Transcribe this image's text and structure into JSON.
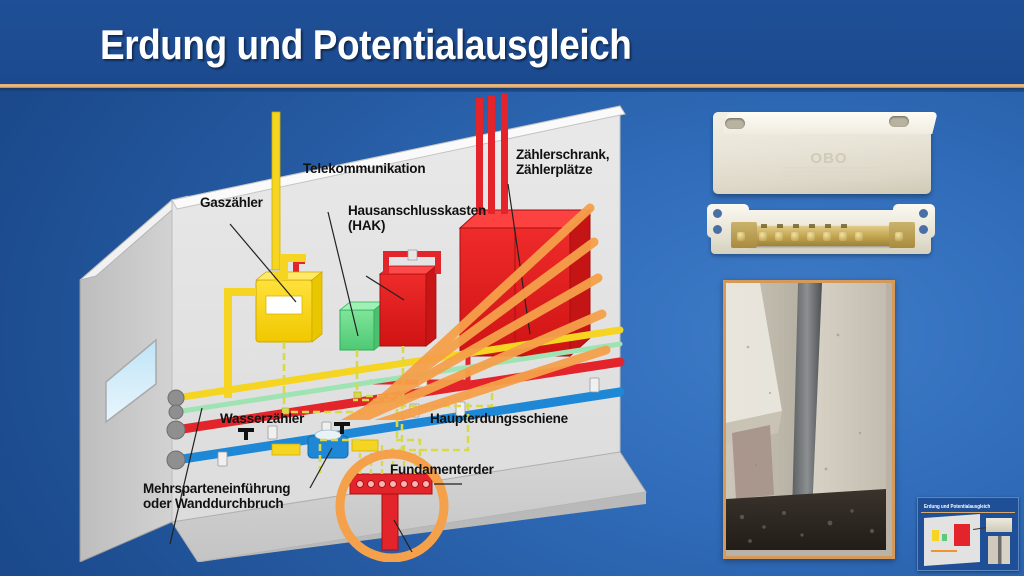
{
  "slide": {
    "title": "Erdung und Potentialausgleich",
    "background_color": "#2f6bb8",
    "title_band_color": "#1f4f96",
    "rule_color": "#e8b47a"
  },
  "diagram": {
    "labels": [
      {
        "id": "gaszaehler",
        "text": "Gaszähler"
      },
      {
        "id": "telekommunikation",
        "text": "Telekommunikation"
      },
      {
        "id": "hak",
        "text": "Hausanschlusskasten\n(HAK)"
      },
      {
        "id": "zaehlerschrank",
        "text": "Zählerschrank,\nZählerplätze"
      },
      {
        "id": "wasserzaehler",
        "text": "Wasserzähler"
      },
      {
        "id": "haupterdungsschiene",
        "text": "Haupterdungsschiene"
      },
      {
        "id": "fundamenterder",
        "text": "Fundamenterder"
      },
      {
        "id": "mehrsparten",
        "text": "Mehrsparteneinführung\noder Wanddurchbruch"
      }
    ],
    "service_colors": {
      "gas": "#f5d521",
      "telecom": "#8ad9a0",
      "heating": "#e3242b",
      "water": "#1e87d6",
      "bonding_conductor": "#d8d94a",
      "cabinet": "#e3242b",
      "callout_stripe": "#f5a04a",
      "highlight_circle": "#f5a04a"
    }
  },
  "photos": {
    "busbar": {
      "caption": "",
      "brand_text": "OBO",
      "border_color": "#d59a5a"
    },
    "foundation": {
      "caption": "",
      "border_color": "#d59a5a"
    }
  },
  "thumbnail": {
    "title": "Erdung und Potentialausgleich"
  }
}
